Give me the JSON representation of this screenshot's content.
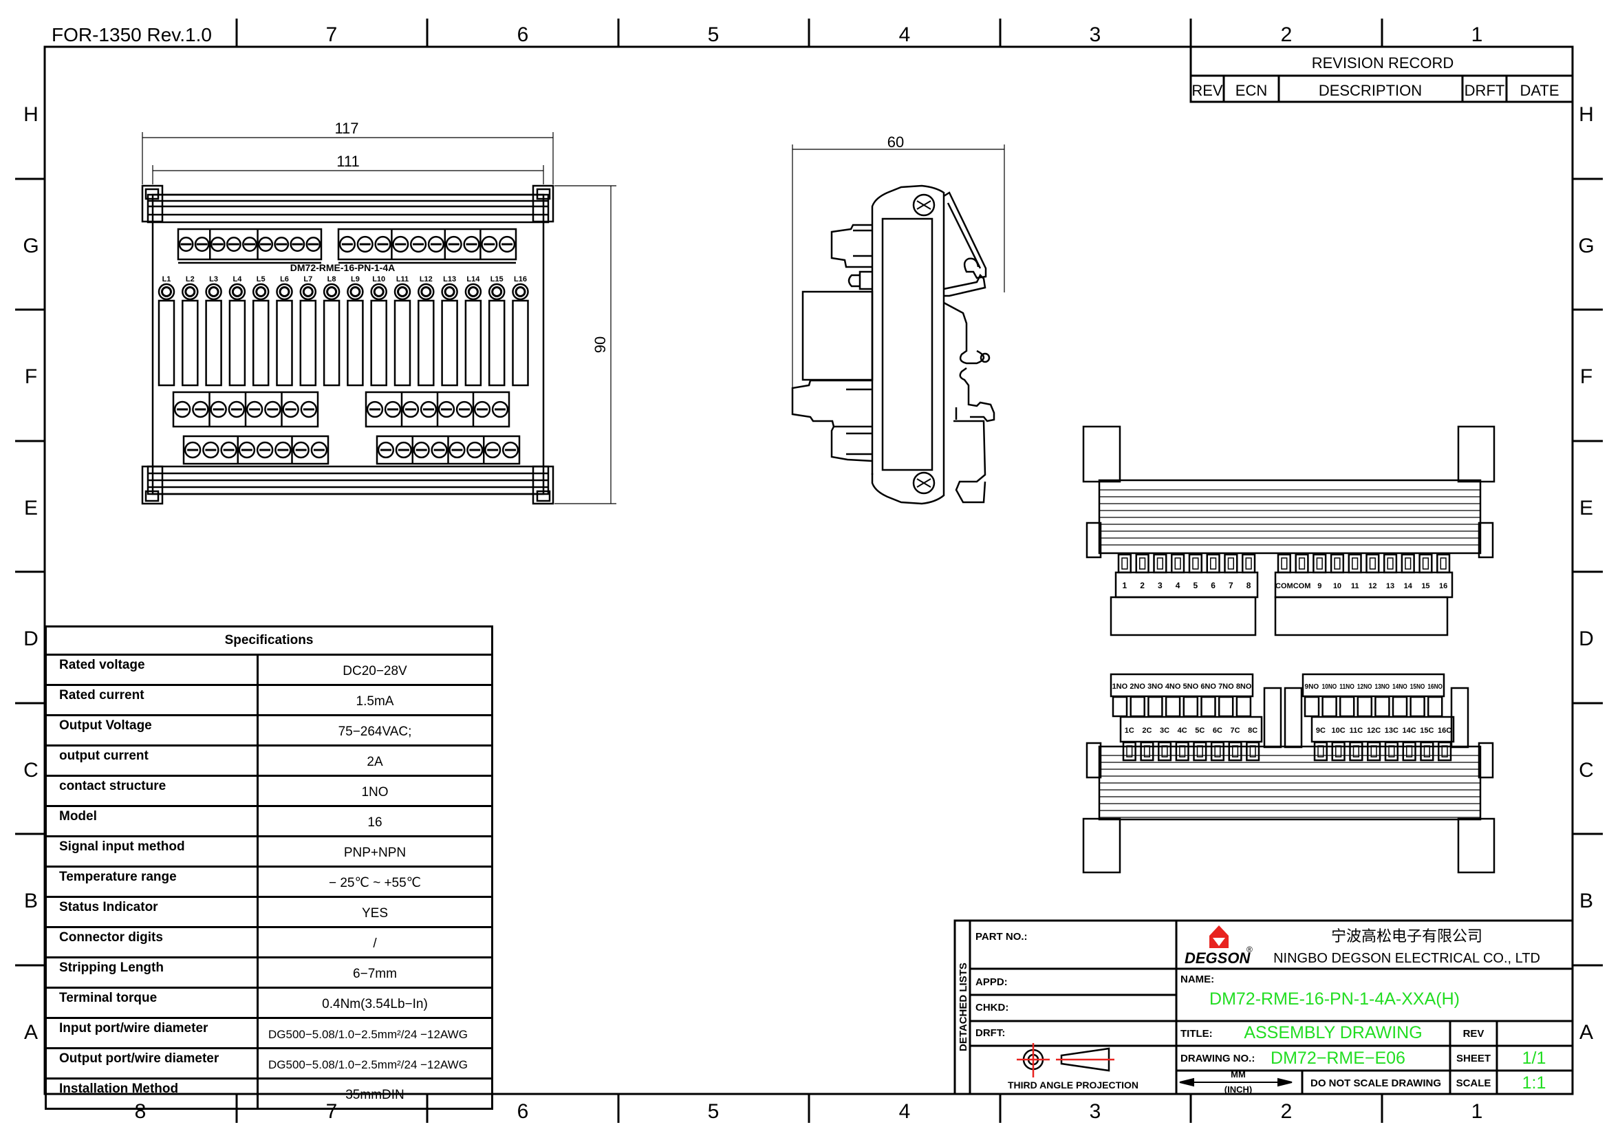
{
  "sheet": {
    "form_id": "FOR-1350 Rev.1.0",
    "top_zones": [
      "7",
      "6",
      "5",
      "4",
      "3",
      "2",
      "1"
    ],
    "bottom_zones": [
      "8",
      "7",
      "6",
      "5",
      "4",
      "3",
      "2",
      "1"
    ],
    "side_zones": [
      "H",
      "G",
      "F",
      "E",
      "D",
      "C",
      "B",
      "A"
    ]
  },
  "revision_record": {
    "title": "REVISION RECORD",
    "columns": [
      "REV",
      "ECN",
      "DESCRIPTION",
      "DRFT",
      "DATE"
    ]
  },
  "front_view": {
    "dim_overall": "117",
    "dim_rail": "111",
    "dim_height": "90",
    "model_label": "DM72-RME-16-PN-1-4A",
    "led_labels": [
      "L1",
      "L2",
      "L3",
      "L4",
      "L5",
      "L6",
      "L7",
      "L8",
      "L9",
      "L10",
      "L11",
      "L12",
      "L13",
      "L14",
      "L15",
      "L16"
    ]
  },
  "side_view": {
    "dim_depth": "60"
  },
  "top_view": {
    "input_left": [
      "1",
      "2",
      "3",
      "4",
      "5",
      "6",
      "7",
      "8"
    ],
    "input_right": [
      "COM",
      "COM",
      "9",
      "10",
      "11",
      "12",
      "13",
      "14",
      "15",
      "16"
    ],
    "no_left": [
      "1NO",
      "2NO",
      "3NO",
      "4NO",
      "5NO",
      "6NO",
      "7NO",
      "8NO"
    ],
    "no_right": [
      "9NO",
      "10NO",
      "11NO",
      "12NO",
      "13NO",
      "14NO",
      "15NO",
      "16NO"
    ],
    "c_left": [
      "1C",
      "2C",
      "3C",
      "4C",
      "5C",
      "6C",
      "7C",
      "8C"
    ],
    "c_right": [
      "9C",
      "10C",
      "11C",
      "12C",
      "13C",
      "14C",
      "15C",
      "16C"
    ]
  },
  "specifications": {
    "title": "Specifications",
    "rows": [
      {
        "label": "Rated voltage",
        "value": "DC20−28V"
      },
      {
        "label": "Rated current",
        "value": "1.5mA"
      },
      {
        "label": "Output Voltage",
        "value": "75−264VAC;"
      },
      {
        "label": "output current",
        "value": "2A"
      },
      {
        "label": "contact structure",
        "value": "1NO"
      },
      {
        "label": "Model",
        "value": "16"
      },
      {
        "label": "Signal input method",
        "value": "PNP+NPN"
      },
      {
        "label": "Temperature range",
        "value": "−  25℃ ~  +55℃"
      },
      {
        "label": "Status Indicator",
        "value": "YES"
      },
      {
        "label": "Connector digits",
        "value": "/"
      },
      {
        "label": "Stripping Length",
        "value": "6−7mm"
      },
      {
        "label": "Terminal torque",
        "value": "0.4Nm(3.54Lb−In)"
      },
      {
        "label": "Input port/wire diameter",
        "value": "DG500−5.08/1.0−2.5mm²/24 −12AWG"
      },
      {
        "label": "Output port/wire diameter",
        "value": "DG500−5.08/1.0−2.5mm²/24 −12AWG"
      },
      {
        "label": "Installation Method",
        "value": "35mmDIN"
      }
    ]
  },
  "title_block": {
    "detached_lists": "DETACHED  LISTS",
    "part_no_label": "PART NO.:",
    "appd_label": "APPD:",
    "chkd_label": "CHKD:",
    "drft_label": "DRFT:",
    "projection_label": "THIRD  ANGLE  PROJECTION",
    "logo_text": "DEGSON",
    "company_cn": "宁波高松电子有限公司",
    "company_en": "NINGBO DEGSON ELECTRICAL CO., LTD",
    "name_label": "NAME:",
    "name_value": "DM72-RME-16-PN-1-4A-XXA(H)",
    "title_label": "TITLE:",
    "title_value": "ASSEMBLY  DRAWING",
    "rev_label": "REV",
    "rev_value": "",
    "drawing_no_label": "DRAWING  NO.:",
    "drawing_no_value": "DM72−RME−E06",
    "sheet_label": "SHEET",
    "sheet_value": "1/1",
    "units_mm": "MM",
    "units_inch": "(INCH)",
    "no_scale": "DO NOT SCALE DRAWING",
    "scale_label": "SCALE",
    "scale_value": "1:1",
    "green": "#22dd22",
    "red": "#e8231f"
  }
}
